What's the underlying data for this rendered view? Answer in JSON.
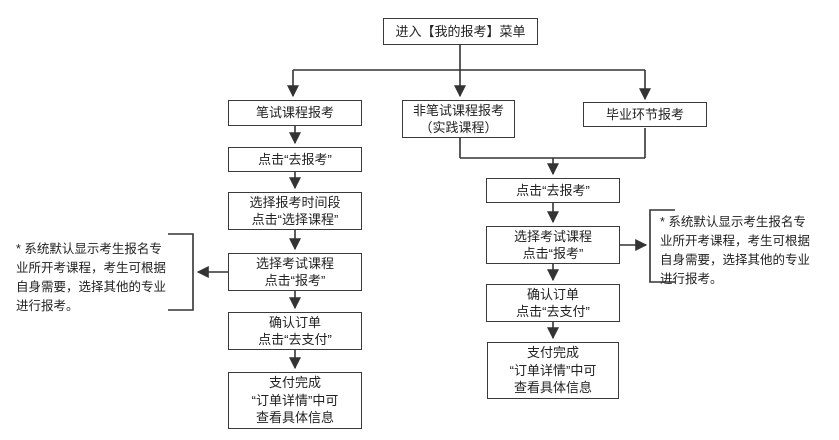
{
  "diagram": {
    "start": {
      "label": "进入【我的报考】菜单"
    },
    "branches": {
      "written": {
        "lines": [
          "笔试课程报考"
        ]
      },
      "non_written": {
        "lines": [
          "非笔试课程报考",
          "（实践课程）"
        ]
      },
      "graduation": {
        "lines": [
          "毕业环节报考"
        ]
      }
    },
    "written_flow": [
      {
        "lines": [
          "点击“去报考”"
        ]
      },
      {
        "lines": [
          "选择报考时间段",
          "点击“选择课程”"
        ]
      },
      {
        "lines": [
          "选择考试课程",
          "点击“报考”"
        ]
      },
      {
        "lines": [
          "确认订单",
          "点击“去支付”"
        ]
      },
      {
        "lines": [
          "支付完成",
          "“订单详情”中可",
          "查看具体信息"
        ]
      }
    ],
    "practical_flow": [
      {
        "lines": [
          "点击“去报考”"
        ]
      },
      {
        "lines": [
          "选择考试课程",
          "点击“报考”"
        ]
      },
      {
        "lines": [
          "确认订单",
          "点击“去支付”"
        ]
      },
      {
        "lines": [
          "支付完成",
          "“订单详情”中可",
          "查看具体信息"
        ]
      }
    ],
    "notes": {
      "left": {
        "lines": [
          "* 系统默认显示考生报名专",
          "业所开考课程，考生可根据",
          "自身需要，选择其他的专业",
          "进行报考。"
        ]
      },
      "right": {
        "lines": [
          "* 系统默认显示考生报名专",
          "业所开考课程，考生可根据",
          "自身需要，选择其他的专业",
          "进行报考。"
        ]
      }
    },
    "colors": {
      "line": "#333333",
      "box_border": "#3a3a3a",
      "background": "#ffffff",
      "text": "#222222"
    }
  }
}
